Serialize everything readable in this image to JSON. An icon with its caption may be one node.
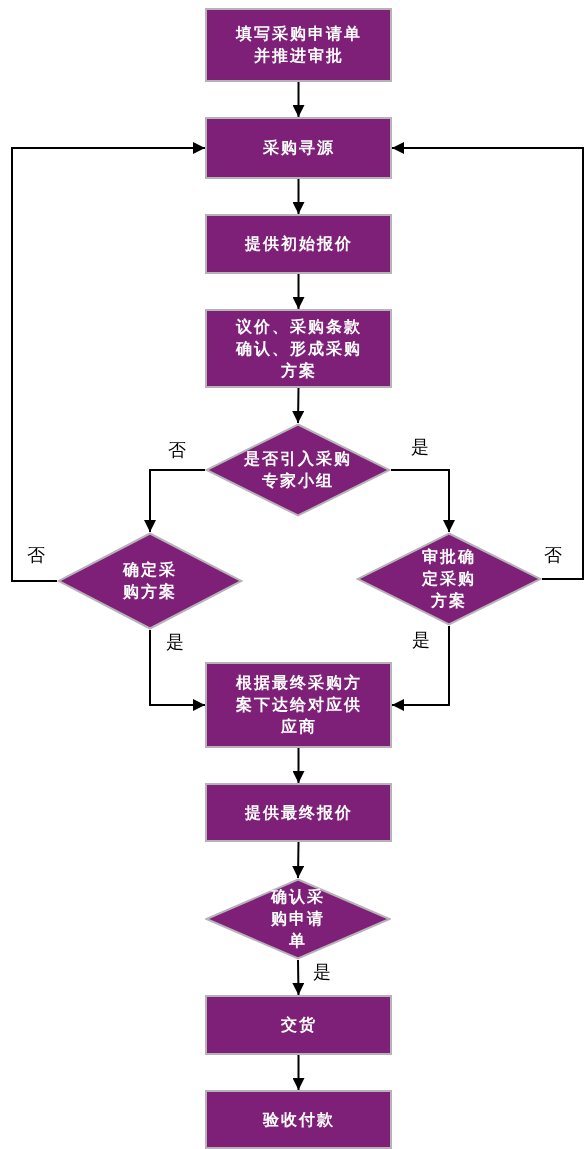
{
  "diagram": {
    "nodes": [
      {
        "text": [
          "填写采购申请单并推进审批"
        ]
      },
      {
        "text": [
          "采购寻源"
        ]
      },
      {
        "text": [
          "提供初始报价"
        ]
      },
      {
        "text": [
          "议价、采购条款确认、形成采购方案"
        ]
      },
      {
        "text": [
          "是否引入采购专家小组"
        ]
      },
      {
        "text": [
          "确定采购方案"
        ]
      },
      {
        "text": [
          "审批确定采购方案"
        ]
      },
      {
        "text": [
          "根据最终采购方案下达给对应供应商"
        ]
      },
      {
        "text": [
          "提供最终报价"
        ]
      },
      {
        "text": [
          "确认采购申请单"
        ]
      },
      {
        "text": [
          "交货"
        ]
      },
      {
        "text": [
          "验收付款"
        ]
      }
    ],
    "edges": [
      {
        "from": 0,
        "to": 1,
        "arrow": "to"
      },
      {
        "from": 1,
        "to": 2,
        "arrow": "to"
      },
      {
        "from": 2,
        "to": 3,
        "arrow": "to"
      },
      {
        "from": 3,
        "to": 4,
        "arrow": "to"
      },
      {
        "from": 4,
        "to": 5,
        "arrow": "to",
        "label": "否"
      },
      {
        "from": 4,
        "to": 6,
        "arrow": "to",
        "label": "是"
      },
      {
        "from": 5,
        "to": 1,
        "arrow": "to",
        "label": "否"
      },
      {
        "from": 6,
        "to": 1,
        "arrow": "to",
        "label": "否"
      },
      {
        "from": 5,
        "to": 7,
        "arrow": "to",
        "label": "是"
      },
      {
        "from": 6,
        "to": 7,
        "arrow": "to",
        "label": "是"
      },
      {
        "from": 7,
        "to": 8,
        "arrow": "to"
      },
      {
        "from": 8,
        "to": 9,
        "arrow": "to"
      },
      {
        "from": 9,
        "to": 10,
        "arrow": "to",
        "label": "是"
      },
      {
        "from": 10,
        "to": 11,
        "arrow": "to"
      }
    ]
  }
}
